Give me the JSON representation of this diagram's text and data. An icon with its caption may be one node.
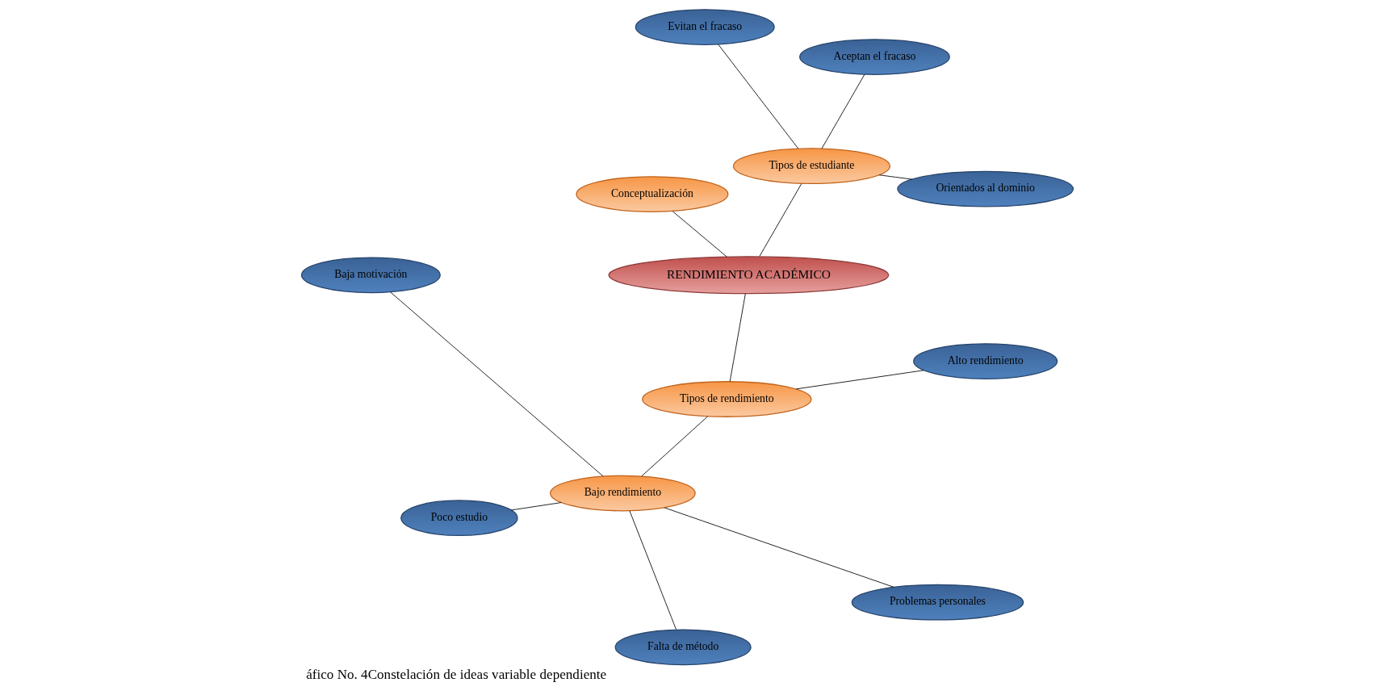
{
  "diagram": {
    "caption": "áfico No. 4Constelación de ideas variable dependiente",
    "nodes": [
      {
        "text": [
          "RENDIMIENTO ACADÉMICO"
        ]
      },
      {
        "text": [
          "Tipos de estudiante"
        ]
      },
      {
        "text": [
          "Orientados al dominio"
        ]
      },
      {
        "text": [
          "Aceptan el fracaso"
        ]
      },
      {
        "text": [
          "Evitan el fracaso"
        ]
      },
      {
        "text": [
          "Conceptualización"
        ]
      },
      {
        "text": [
          "Tipos de rendimiento"
        ]
      },
      {
        "text": [
          "Bajo rendimiento"
        ]
      },
      {
        "text": [
          "Alto rendimiento"
        ]
      },
      {
        "text": [
          "Baja motivación"
        ]
      },
      {
        "text": [
          "Poco estudio"
        ]
      },
      {
        "text": [
          "Falta de método"
        ]
      },
      {
        "text": [
          "Problemas personales"
        ]
      }
    ],
    "edges": [
      {
        "from": 0,
        "to": 1,
        "arrow": "none"
      },
      {
        "from": 1,
        "to": 2,
        "arrow": "none"
      },
      {
        "from": 1,
        "to": 3,
        "arrow": "none"
      },
      {
        "from": 1,
        "to": 4,
        "arrow": "none"
      },
      {
        "from": 0,
        "to": 5,
        "arrow": "none"
      },
      {
        "from": 0,
        "to": 6,
        "arrow": "none"
      },
      {
        "from": 6,
        "to": 7,
        "arrow": "none"
      },
      {
        "from": 6,
        "to": 8,
        "arrow": "none"
      },
      {
        "from": 7,
        "to": 9,
        "arrow": "none"
      },
      {
        "from": 7,
        "to": 10,
        "arrow": "none"
      },
      {
        "from": 7,
        "to": 11,
        "arrow": "none"
      },
      {
        "from": 7,
        "to": 12,
        "arrow": "none"
      }
    ]
  }
}
